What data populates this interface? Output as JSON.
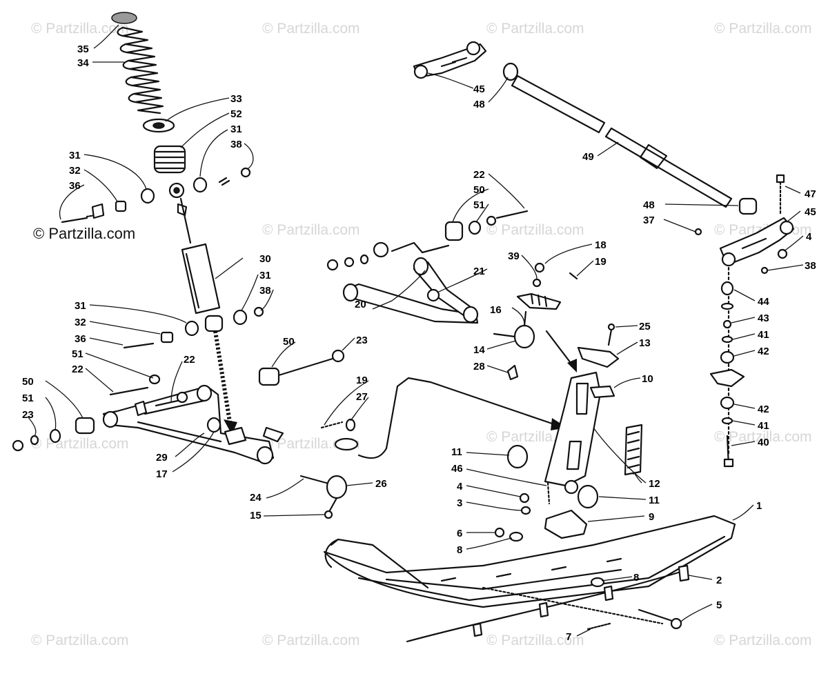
{
  "watermark": {
    "text": "© Partzilla.com",
    "prominent_text": "© Partzilla.com"
  },
  "colors": {
    "ink": "#111111",
    "background": "#ffffff",
    "watermark": "#d6d6d6"
  },
  "callouts": {
    "c1": "1",
    "c2": "2",
    "c3": "3",
    "c4a": "4",
    "c4b": "4",
    "c5": "5",
    "c6": "6",
    "c7": "7",
    "c8a": "8",
    "c8b": "8",
    "c9": "9",
    "c10": "10",
    "c11a": "11",
    "c11b": "11",
    "c12": "12",
    "c13": "13",
    "c14": "14",
    "c15": "15",
    "c16": "16",
    "c17": "17",
    "c18": "18",
    "c19a": "19",
    "c19b": "19",
    "c20": "20",
    "c21": "21",
    "c22a": "22",
    "c22b": "22",
    "c22c": "22",
    "c23a": "23",
    "c23b": "23",
    "c24": "24",
    "c25": "25",
    "c26": "26",
    "c27": "27",
    "c28": "28",
    "c29": "29",
    "c30": "30",
    "c31a": "31",
    "c31b": "31",
    "c31c": "31",
    "c31d": "31",
    "c32a": "32",
    "c32b": "32",
    "c33": "33",
    "c34": "34",
    "c35": "35",
    "c36a": "36",
    "c36b": "36",
    "c37": "37",
    "c38a": "38",
    "c38b": "38",
    "c38c": "38",
    "c39": "39",
    "c40": "40",
    "c41a": "41",
    "c41b": "41",
    "c42a": "42",
    "c42b": "42",
    "c43": "43",
    "c44": "44",
    "c45a": "45",
    "c45b": "45",
    "c46": "46",
    "c47": "47",
    "c48a": "48",
    "c48b": "48",
    "c49": "49",
    "c50a": "50",
    "c50b": "50",
    "c50c": "50",
    "c51a": "51",
    "c51b": "51",
    "c51c": "51",
    "c52": "52"
  }
}
